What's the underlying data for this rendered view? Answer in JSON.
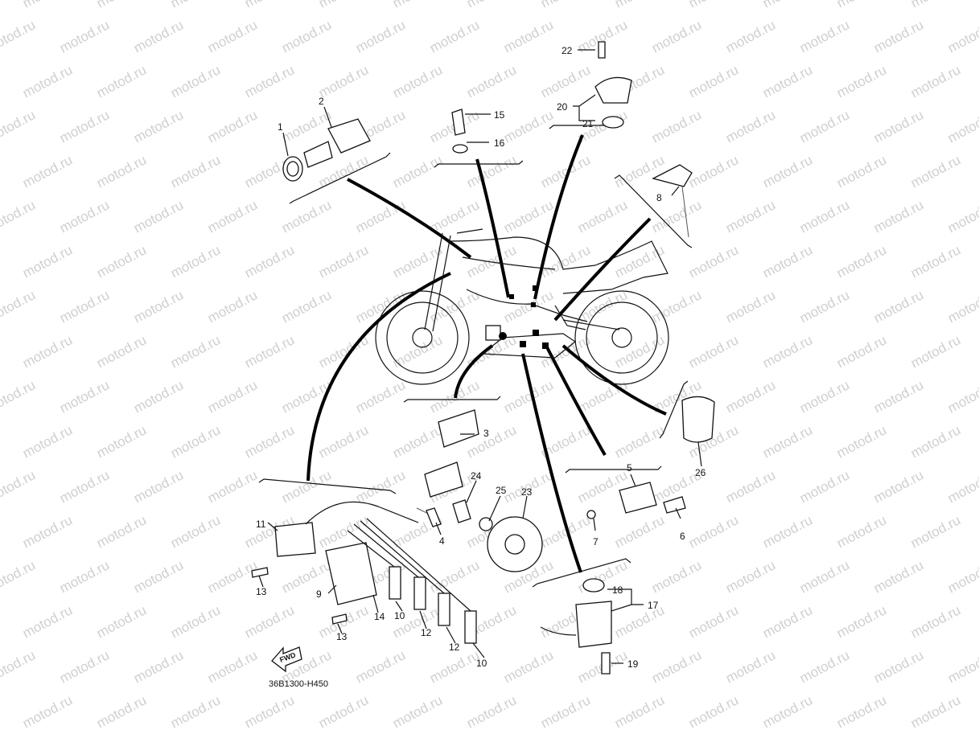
{
  "watermark": "motod.ru",
  "diagram_code": "36B1300-H450",
  "fwd_label": "FWD",
  "callouts": {
    "c1": "1",
    "c2": "2",
    "c3": "3",
    "c4": "4",
    "c5": "5",
    "c6": "6",
    "c7": "7",
    "c8": "8",
    "c9": "9",
    "c10a": "10",
    "c10b": "10",
    "c11": "11",
    "c12a": "12",
    "c12b": "12",
    "c13a": "13",
    "c13b": "13",
    "c14": "14",
    "c15": "15",
    "c16": "16",
    "c17": "17",
    "c18": "18",
    "c19": "19",
    "c20": "20",
    "c21": "21",
    "c22": "22",
    "c23": "23",
    "c24": "24",
    "c25": "25",
    "c26": "26"
  }
}
